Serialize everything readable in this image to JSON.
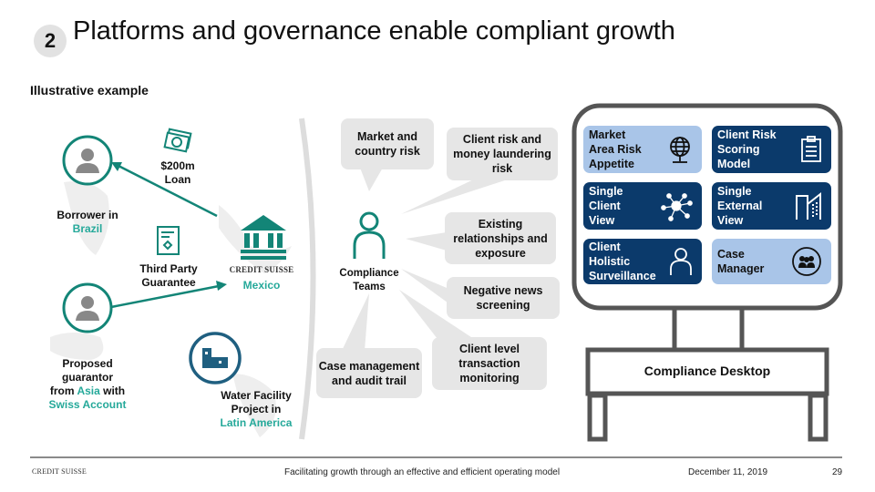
{
  "header": {
    "section_number": "2",
    "title": "Platforms and governance enable compliant growth",
    "subtitle": "Illustrative example"
  },
  "example": {
    "borrower": {
      "line1": "Borrower in",
      "country": "Brazil"
    },
    "loan": {
      "amount": "$200m",
      "label": "Loan"
    },
    "guarantee": {
      "line1": "Third Party",
      "line2": "Guarantee"
    },
    "bank": {
      "brand": "CREDIT SUISSE",
      "location": "Mexico"
    },
    "guarantor": {
      "line1": "Proposed",
      "line2": "guarantor",
      "line3_pre": "from ",
      "region": "Asia",
      "line3_post": " with",
      "account": "Swiss Account"
    },
    "project": {
      "line1": "Water Facility",
      "line2": "Project in",
      "region": "Latin America"
    }
  },
  "compliance": {
    "team_label_1": "Compliance",
    "team_label_2": "Teams",
    "bubbles": [
      "Market and country risk",
      "Client risk and money laundering risk",
      "Existing relationships and exposure",
      "Negative news screening",
      "Client level transaction monitoring",
      "Case management and audit trail"
    ]
  },
  "desktop": {
    "label": "Compliance Desktop",
    "tiles": [
      {
        "label": "Market Area Risk Appetite",
        "icon": "globe-icon",
        "style": "light"
      },
      {
        "label": "Client Risk Scoring Model",
        "icon": "clipboard-icon",
        "style": "dark"
      },
      {
        "label": "Single Client View",
        "icon": "network-icon",
        "style": "dark"
      },
      {
        "label": "Single External View",
        "icon": "buildings-icon",
        "style": "dark"
      },
      {
        "label": "Client Holistic Surveillance",
        "icon": "person-icon",
        "style": "dark"
      },
      {
        "label": "Case Manager",
        "icon": "team-icon",
        "style": "light"
      }
    ]
  },
  "footer": {
    "brand": "CREDIT SUISSE",
    "text": "Facilitating growth through an effective and efficient operating model",
    "date": "December 11, 2019",
    "page": "29"
  },
  "colors": {
    "teal": "#138577",
    "teal_text": "#25a99a",
    "navy": "#0b3a6b",
    "light_blue": "#a9c5e8",
    "bubble_gray": "#e6e6e6",
    "frame_gray": "#555555"
  }
}
